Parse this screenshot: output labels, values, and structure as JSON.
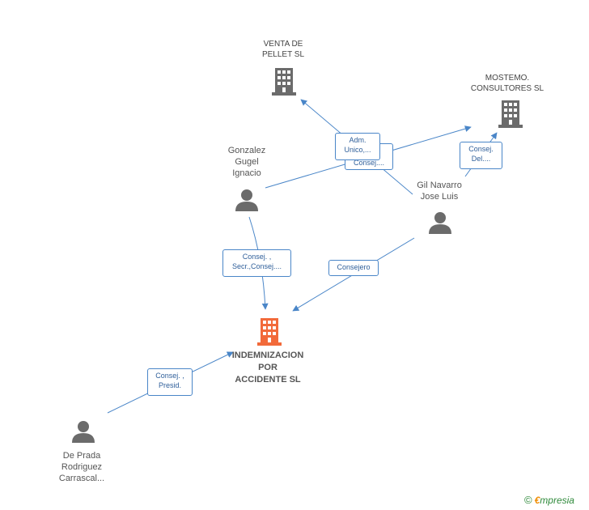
{
  "colors": {
    "edge": "#4a86c8",
    "building_gray": "#6b6b6b",
    "building_focus": "#f26a3a",
    "person": "#6b6b6b"
  },
  "nodes": {
    "venta_pellet": {
      "line1": "VENTA DE",
      "line2": "PELLET  SL",
      "icon": "building-icon"
    },
    "mostemo": {
      "line1": "MOSTEMO.",
      "line2": "CONSULTORES SL",
      "icon": "building-icon"
    },
    "gonzalez": {
      "line1": "Gonzalez",
      "line2": "Gugel",
      "line3": "Ignacio",
      "icon": "person-icon"
    },
    "gil_navarro": {
      "line1": "Gil Navarro",
      "line2": "Jose Luis",
      "icon": "person-icon"
    },
    "indemnizacion": {
      "line1": "INDEMNIZACION",
      "line2": "POR",
      "line3": "ACCIDENTE SL",
      "icon": "building-icon"
    },
    "de_prada": {
      "line1": "De Prada",
      "line2": "Rodriguez",
      "line3": "Carrascal...",
      "icon": "person-icon"
    }
  },
  "edges": {
    "adm_unico": {
      "line1": "Adm.",
      "line2": "Unico,..."
    },
    "consej_hidden": {
      "line1": "Consej...."
    },
    "consej_del": {
      "line1": "Consej.",
      "line2": "Del...."
    },
    "consej_secr": {
      "line1": "Consej. ,",
      "line2": "Secr.,Consej...."
    },
    "consejero": {
      "line1": "Consejero"
    },
    "consej_presid": {
      "line1": "Consej. ,",
      "line2": "Presid."
    }
  },
  "brand": {
    "copyright": "©",
    "e": "€",
    "rest": "mpresia"
  }
}
